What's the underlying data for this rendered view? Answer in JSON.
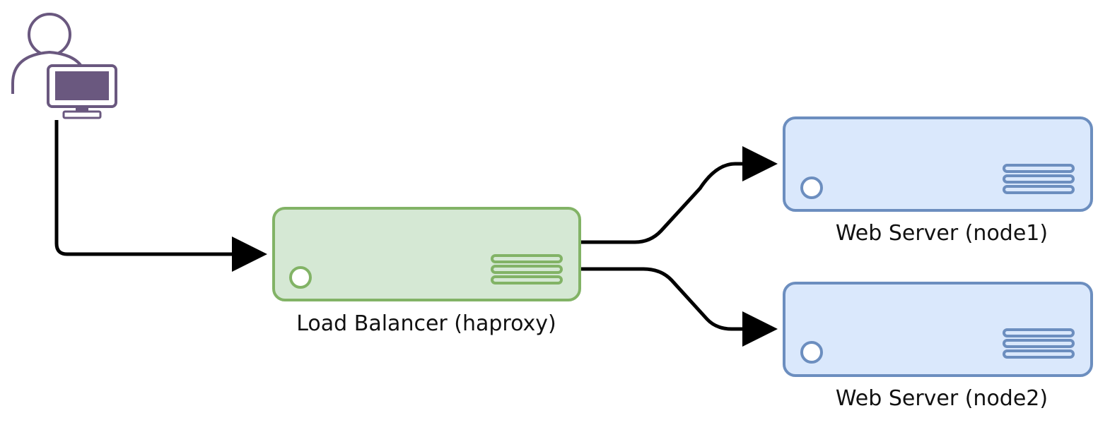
{
  "diagram": {
    "client": {
      "icon": "user-with-computer-icon",
      "colors": {
        "stroke": "#5b4a72",
        "screen": "#6a587f",
        "person": "#ffffff"
      }
    },
    "load_balancer": {
      "label": "Load Balancer (haproxy)",
      "icon": "server-icon",
      "colors": {
        "fill": "#d5e8d4",
        "stroke": "#82b366"
      }
    },
    "web_servers": [
      {
        "label": "Web Server (node1)",
        "icon": "server-icon",
        "colors": {
          "fill": "#dae8fc",
          "stroke": "#6c8ebf"
        }
      },
      {
        "label": "Web Server (node2)",
        "icon": "server-icon",
        "colors": {
          "fill": "#dae8fc",
          "stroke": "#6c8ebf"
        }
      }
    ],
    "edges": [
      {
        "from": "client",
        "to": "load_balancer"
      },
      {
        "from": "load_balancer",
        "to": "web_server_node1"
      },
      {
        "from": "load_balancer",
        "to": "web_server_node2"
      }
    ],
    "edge_color": "#000000"
  }
}
